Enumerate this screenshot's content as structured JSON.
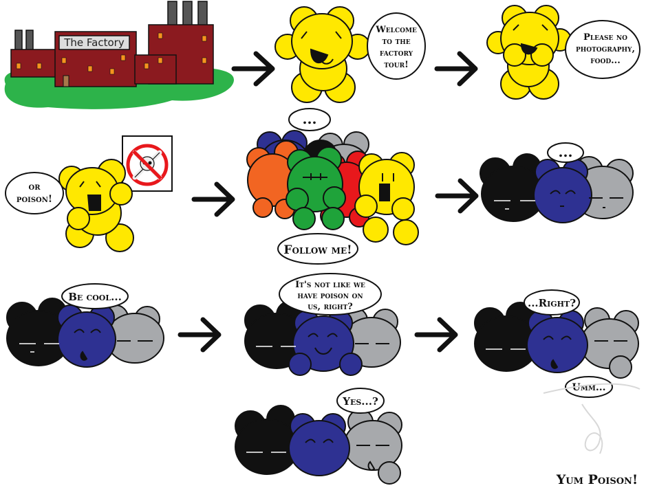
{
  "factory": {
    "sign": "The Factory"
  },
  "bubbles": {
    "welcome": [
      "Welcome",
      "to the",
      "factory",
      "tour!"
    ],
    "photo": [
      "Please no",
      "photography,",
      "food..."
    ],
    "poison": [
      "or",
      "poison!"
    ],
    "dots1": "...",
    "follow": "Follow me!",
    "dots2": "...",
    "becool": "Be cool...",
    "notlike": [
      "It's not like we",
      "have poison on",
      "us, right?"
    ],
    "right": "...Right?",
    "umm": "Umm...",
    "yes": "Yes...?"
  },
  "title": "Yum Poison!",
  "colors": {
    "yellow": "#FFE800",
    "navy": "#2E3192",
    "black": "#111111",
    "gray": "#A7A9AC",
    "orange": "#F26522",
    "green": "#1FA33A",
    "red": "#E8181C",
    "factory": "#8B1A1F",
    "grass": "#2DB34A"
  }
}
